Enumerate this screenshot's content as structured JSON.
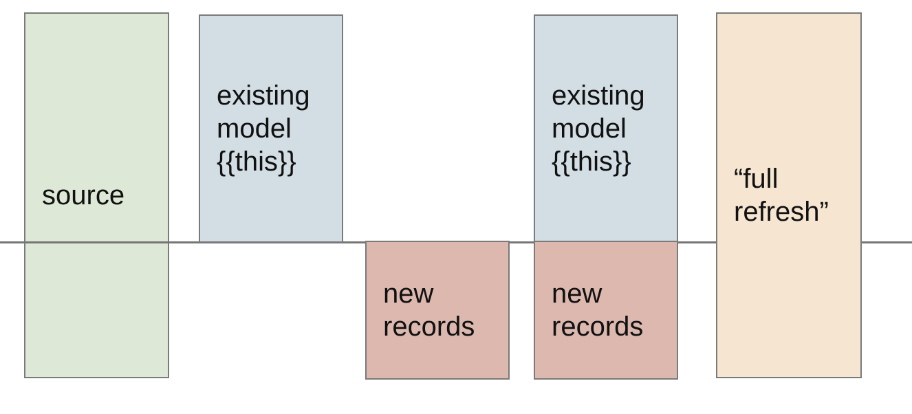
{
  "diagram": {
    "description": "incremental model materialization diagram",
    "background": "#ffffff",
    "text_color": "#111111",
    "border_color": "#7a7a7a",
    "divider_line": {
      "color": "#757575",
      "orientation": "horizontal"
    },
    "boxes": [
      {
        "id": "source",
        "label": "source",
        "fill": "#dde8d6",
        "position": "left, spans above and below line"
      },
      {
        "id": "existing-model-1",
        "label": "existing\nmodel\n{{this}}",
        "fill": "#d2dee4",
        "position": "above line"
      },
      {
        "id": "new-records-1",
        "label": "new\nrecords",
        "fill": "#dcb8af",
        "position": "below line"
      },
      {
        "id": "existing-model-2",
        "label": "existing\nmodel\n{{this}}",
        "fill": "#d2dee4",
        "position": "above line"
      },
      {
        "id": "new-records-2",
        "label": "new\nrecords",
        "fill": "#dcb8af",
        "position": "below line"
      },
      {
        "id": "full-refresh",
        "label": "“full\nrefresh”",
        "fill": "#f6e5d0",
        "position": "right, spans above and below line"
      }
    ]
  }
}
